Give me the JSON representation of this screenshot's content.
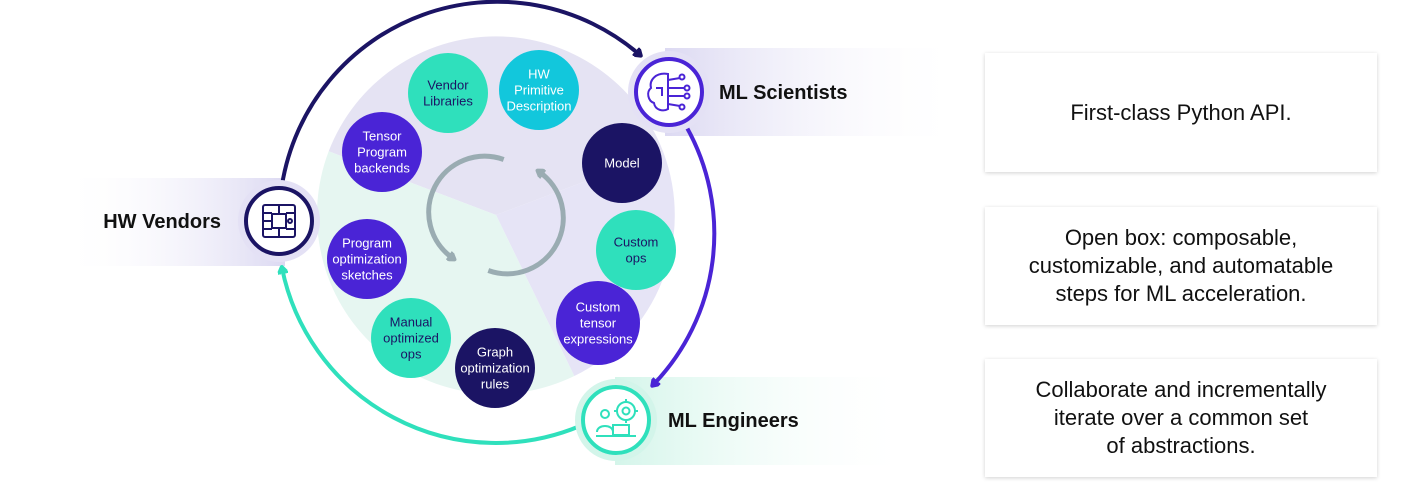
{
  "colors": {
    "dark_navy": "#1b1464",
    "purple": "#4a24d6",
    "teal": "#2fe0bc",
    "cyan": "#12c7dc",
    "lavender": "#e5e3f3",
    "lavender_right": "#e6e4f6",
    "mint": "#e6f6f1",
    "cycle_gray": "#9aacb2"
  },
  "roles": {
    "hw_vendors": {
      "label": "HW Vendors",
      "icon": "chip-icon"
    },
    "ml_scientists": {
      "label": "ML Scientists",
      "icon": "brain-icon"
    },
    "ml_engineers": {
      "label": "ML Engineers",
      "icon": "engineer-gear-icon"
    }
  },
  "nodes": {
    "vendor_libraries": "Vendor\nLibraries",
    "hw_primitive_description": "HW\nPrimitive\nDescription",
    "tensor_program_backends": "Tensor\nProgram\nbackends",
    "model": "Model",
    "custom_ops": "Custom\nops",
    "custom_tensor_expressions": "Custom\ntensor\nexpressions",
    "program_optimization_sketches": "Program\noptimization\nsketches",
    "manual_optimized_ops": "Manual\noptimized\nops",
    "graph_optimization_rules": "Graph\noptimization\nrules"
  },
  "cards": [
    "First-class Python API.",
    "Open box: composable,\ncustomizable, and automatable\nsteps for ML acceleration.",
    "Collaborate and incrementally\niterate over a common set\nof abstractions."
  ]
}
